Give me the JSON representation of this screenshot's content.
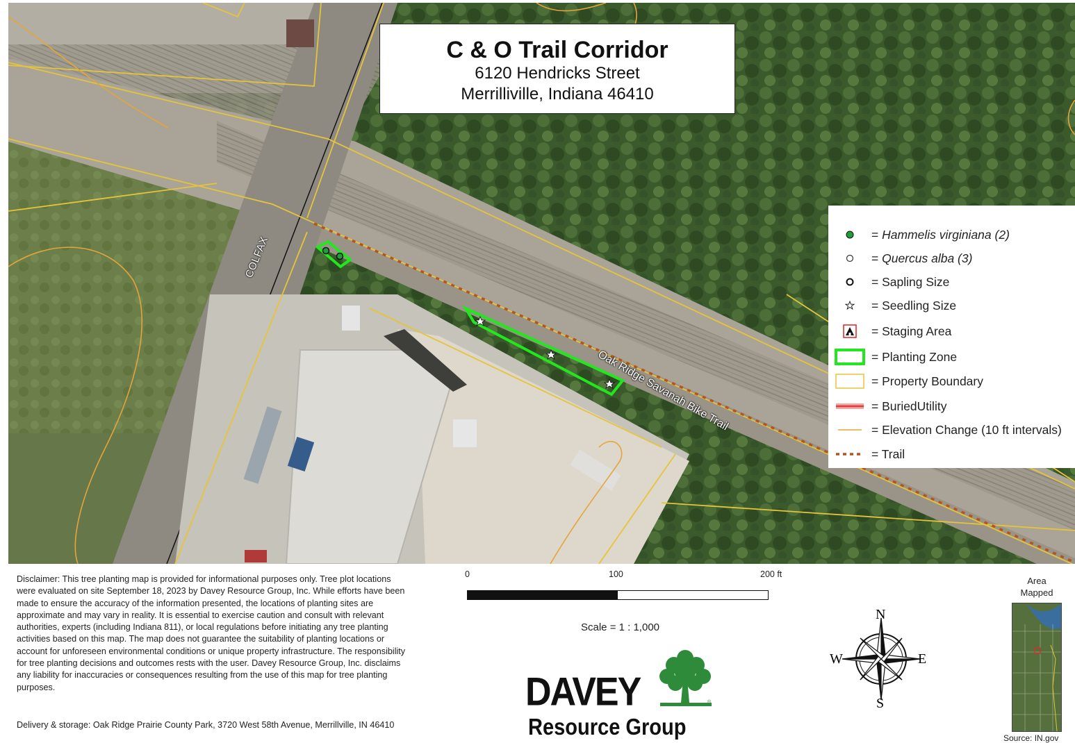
{
  "title": {
    "name": "C & O Trail Corridor",
    "address_line1": "6120 Hendricks Street",
    "address_line2": "Merrilliville, Indiana 46410"
  },
  "map_labels": {
    "colfax": "COLFAX",
    "trail": "Oak Ridge Savanah Bike Trail"
  },
  "legend": {
    "hammelis": {
      "name": "Hammelis virginiana (2)",
      "prefix": "= "
    },
    "quercus": {
      "name": "Quercus alba (3)",
      "prefix": "= "
    },
    "sapling": "= Sapling Size",
    "seedling": "= Seedling Size",
    "staging": "= Staging Area",
    "planting": "= Planting Zone",
    "property": "= Property Boundary",
    "utility": "= BuriedUtility",
    "elevation": "= Elevation Change (10 ft intervals)",
    "trail": "= Trail"
  },
  "colors": {
    "planting_zone": "#22e61e",
    "property_boundary": "#e6c43a",
    "trail": "#b5541c",
    "buried_utility": "#e03a3a",
    "elevation": "#e6a43a",
    "hammelis_dot": "#1f9e3a"
  },
  "disclaimer": "Disclaimer: This tree planting map is provided for informational purposes only. Tree plot locations were evaluated on site September 18, 2023 by Davey Resource Group, Inc. While efforts have been made to ensure the accuracy of the information presented, the locations of planting sites are approximate and may vary in reality. It is essential to exercise caution and consult with relevant authorities, experts (including Indiana 811), or local regulations before initiating any tree planting activities based on this map. The map does not guarantee the suitability of planting locations or account for unforeseen environmental conditions or unique property infrastructure. The responsibility for tree planting decisions and outcomes rests with the user. Davey Resource Group, Inc. disclaims any liability for inaccuracies or consequences resulting from the use of this map for tree planting purposes.",
  "delivery": "Delivery & storage: Oak Ridge Prairie County Park, 3720 West 58th Avenue, Merrillville, IN 46410",
  "scalebar": {
    "tick0": "0",
    "tick1": "100",
    "tick2": "200 ft",
    "scale_text": "Scale = 1 : 1,000"
  },
  "compass": {
    "n": "N",
    "s": "S",
    "e": "E",
    "w": "W"
  },
  "logo": {
    "brand": "DAVEY",
    "sub": "Resource Group",
    "mark": "®"
  },
  "inset": {
    "label_line1": "Area",
    "label_line2": "Mapped",
    "source": "Source: IN.gov"
  }
}
